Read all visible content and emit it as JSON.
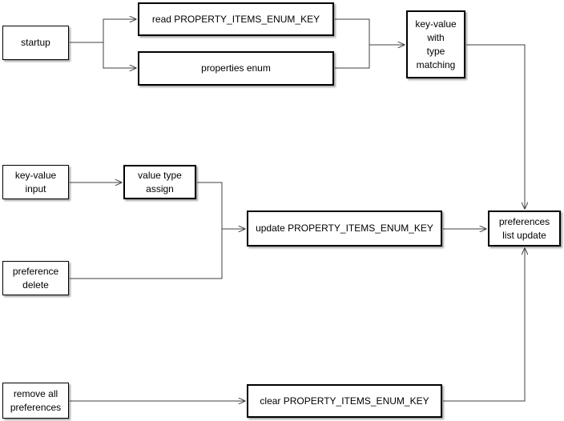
{
  "boxes": {
    "startup": "startup",
    "read_key": "read PROPERTY_ITEMS_ENUM_KEY",
    "properties_enum": "properties enum",
    "kv_matching": "key-value\nwith\ntype\nmatching",
    "kv_input": "key-value\ninput",
    "value_type_assign": "value type\nassign",
    "update_key": "update PROPERTY_ITEMS_ENUM_KEY",
    "preferences_list_update": "preferences\nlist update",
    "preference_delete": "preference\ndelete",
    "remove_all": "remove all\npreferences",
    "clear_key": "clear PROPERTY_ITEMS_ENUM_KEY"
  },
  "connectors": [
    {
      "from": "startup",
      "to": "read_key"
    },
    {
      "from": "startup",
      "to": "properties_enum"
    },
    {
      "from": "read_key",
      "to": "kv_matching"
    },
    {
      "from": "properties_enum",
      "to": "kv_matching"
    },
    {
      "from": "kv_matching",
      "to": "preferences_list_update"
    },
    {
      "from": "kv_input",
      "to": "value_type_assign"
    },
    {
      "from": "value_type_assign",
      "to": "update_key"
    },
    {
      "from": "preference_delete",
      "to": "update_key"
    },
    {
      "from": "update_key",
      "to": "preferences_list_update"
    },
    {
      "from": "remove_all",
      "to": "clear_key"
    },
    {
      "from": "clear_key",
      "to": "preferences_list_update"
    }
  ],
  "colors": {
    "line": "#404040",
    "border": "#000000",
    "background": "#ffffff"
  }
}
